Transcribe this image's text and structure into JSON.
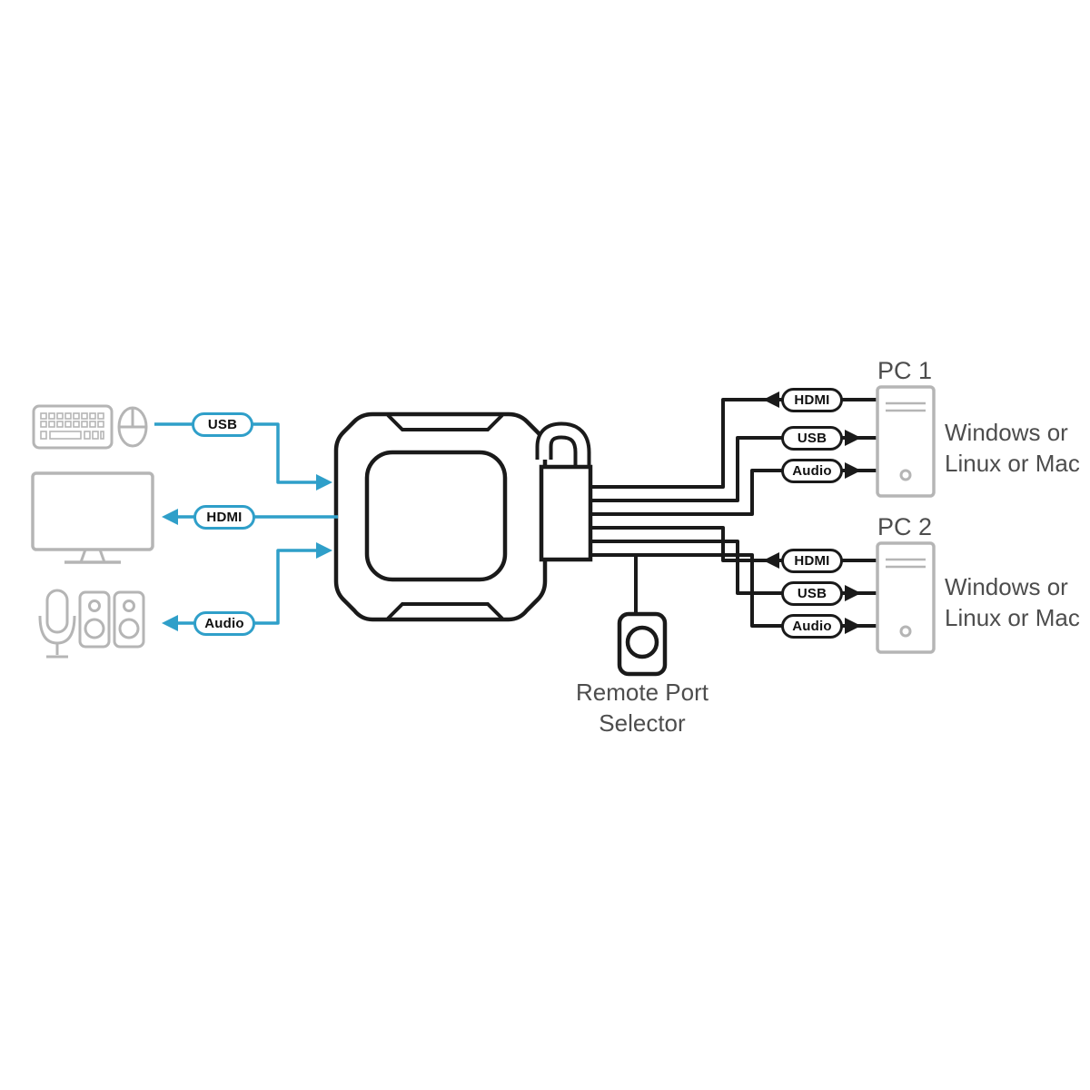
{
  "console": {
    "usb": "USB",
    "hdmi": "HDMI",
    "audio": "Audio"
  },
  "switch": {
    "selector_label": "Remote Port Selector"
  },
  "pcs": [
    {
      "name": "PC 1",
      "os": "Windows or Linux or Mac",
      "ports": {
        "hdmi": "HDMI",
        "usb": "USB",
        "audio": "Audio"
      }
    },
    {
      "name": "PC 2",
      "os": "Windows or Linux or Mac",
      "ports": {
        "hdmi": "HDMI",
        "usb": "USB",
        "audio": "Audio"
      }
    }
  ],
  "colors": {
    "accent_blue": "#2f9fc9",
    "line_black": "#1a1a1a",
    "icon_grey": "#b5b5b5",
    "text_grey": "#4d4d4d"
  },
  "icons": {
    "left": [
      "keyboard-icon",
      "mouse-icon",
      "monitor-icon",
      "microphone-icon",
      "speakers-icon"
    ],
    "center": [
      "kvm-switch-icon",
      "remote-port-selector-button-icon"
    ],
    "right": [
      "pc1-tower-icon",
      "pc2-tower-icon"
    ]
  }
}
